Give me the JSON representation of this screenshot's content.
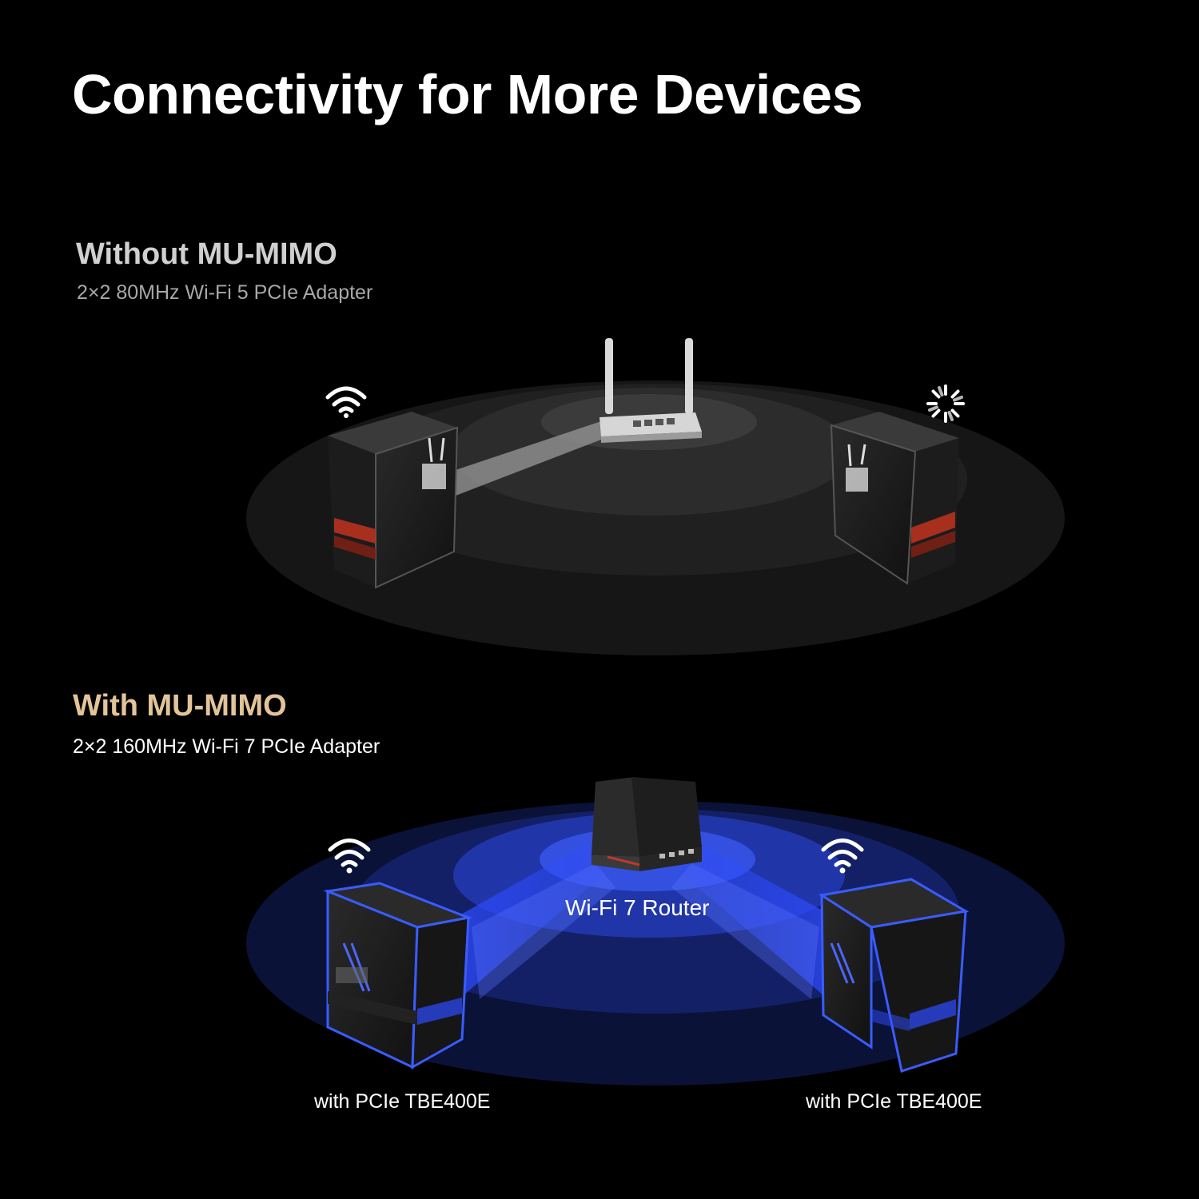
{
  "title": "Connectivity for More Devices",
  "without": {
    "title": "Without MU-MIMO",
    "subtitle": "2×2 80MHz Wi-Fi 5 PCIe Adapter"
  },
  "with": {
    "title": "With MU-MIMO",
    "subtitle": "2×2 160MHz Wi-Fi 7 PCIe Adapter",
    "router_label": "Wi-Fi 7 Router",
    "left_pc_label": "with PCIe TBE400E",
    "right_pc_label": "with PCIe TBE400E"
  },
  "colors": {
    "background": "#000000",
    "with_title": "#e3c49a",
    "beam_blue": "#2d4bff",
    "case_glow": "#3a5cff",
    "accent_red": "#c0392b"
  },
  "icons": [
    "wifi-icon",
    "loading-spinner-icon",
    "router-icon",
    "pc-tower-icon"
  ]
}
